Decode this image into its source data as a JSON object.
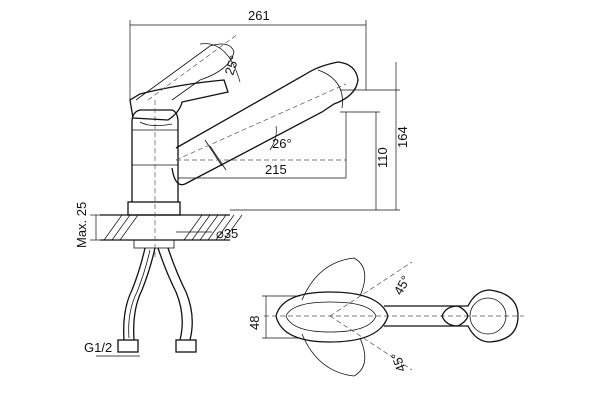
{
  "figure": {
    "type": "technical-drawing",
    "subject": "single-lever kitchen faucet with pull-out spout",
    "stroke_color": "#111111",
    "background": "#ffffff"
  },
  "dimensions": {
    "overall_width": "261",
    "total_height": "164",
    "spout_height": "110",
    "spout_reach": "215",
    "lever_angle": "25°",
    "spout_angle": "26°",
    "max_thickness": "Max. 25",
    "base_diameter": "⌀35",
    "thread": "G1/2",
    "body_width": "48",
    "swivel_angle_top": "45°",
    "swivel_angle_bottom": "45°"
  }
}
